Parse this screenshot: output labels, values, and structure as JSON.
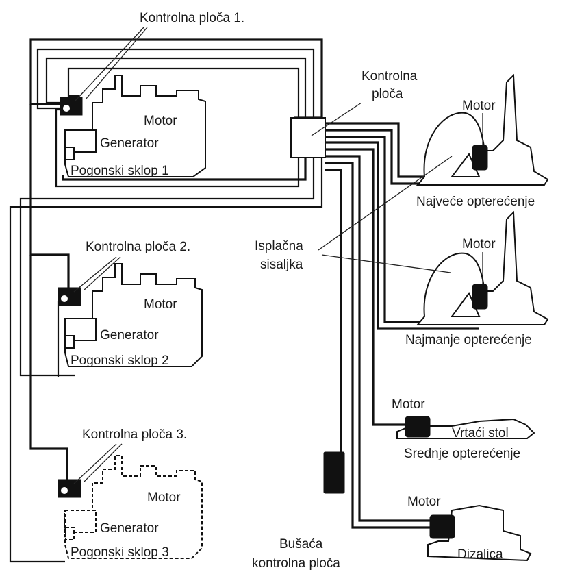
{
  "labels": {
    "cp1": "Kontrolna ploča 1.",
    "cp2": "Kontrolna ploča 2.",
    "cp3": "Kontrolna ploča 3.",
    "cp_main_line1": "Kontrolna",
    "cp_main_line2": "ploča",
    "motor": "Motor",
    "generator": "Generator",
    "unit1": "Pogonski sklop 1",
    "unit2": "Pogonski sklop 2",
    "unit3": "Pogonski sklop 3",
    "pump_line1": "Isplačna",
    "pump_line2": "sisaljka",
    "max_load": "Najveće opterećenje",
    "min_load": "Najmanje opterećenje",
    "rotary_table": "Vrtaći stol",
    "medium_load": "Srednje opterećenje",
    "hoist": "Dizalica",
    "drill_cp_line1": "Bušaća",
    "drill_cp_line2": "kontrolna ploča"
  }
}
